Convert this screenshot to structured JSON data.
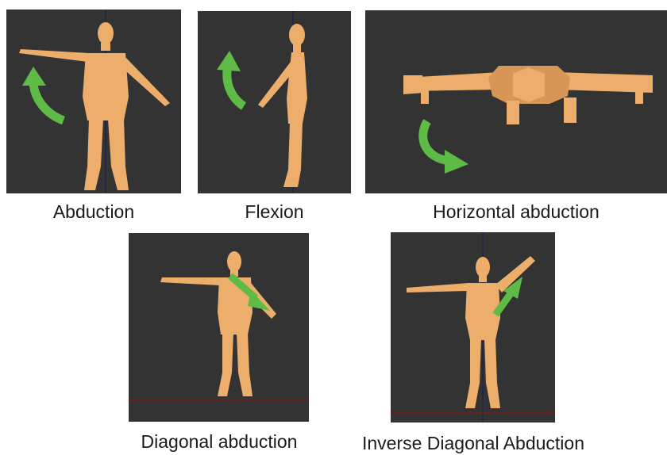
{
  "colors": {
    "background": "#333333",
    "skin": "#EDAE6C",
    "skin_shade": "#D89656",
    "arrow": "#5DBB46",
    "axis": "#1a1a55",
    "ground": "#7a1a1a"
  },
  "panels": [
    {
      "caption": "Abduction",
      "arrow_icon": "curved-arrow-up-left"
    },
    {
      "caption": "Flexion",
      "arrow_icon": "curved-arrow-up-left"
    },
    {
      "caption": "Horizontal abduction",
      "arrow_icon": "curved-arrow-down-right"
    },
    {
      "caption": "Diagonal abduction",
      "arrow_icon": "straight-arrow-down-right"
    },
    {
      "caption": "Inverse Diagonal Abduction",
      "arrow_icon": "straight-arrow-up-right"
    }
  ]
}
